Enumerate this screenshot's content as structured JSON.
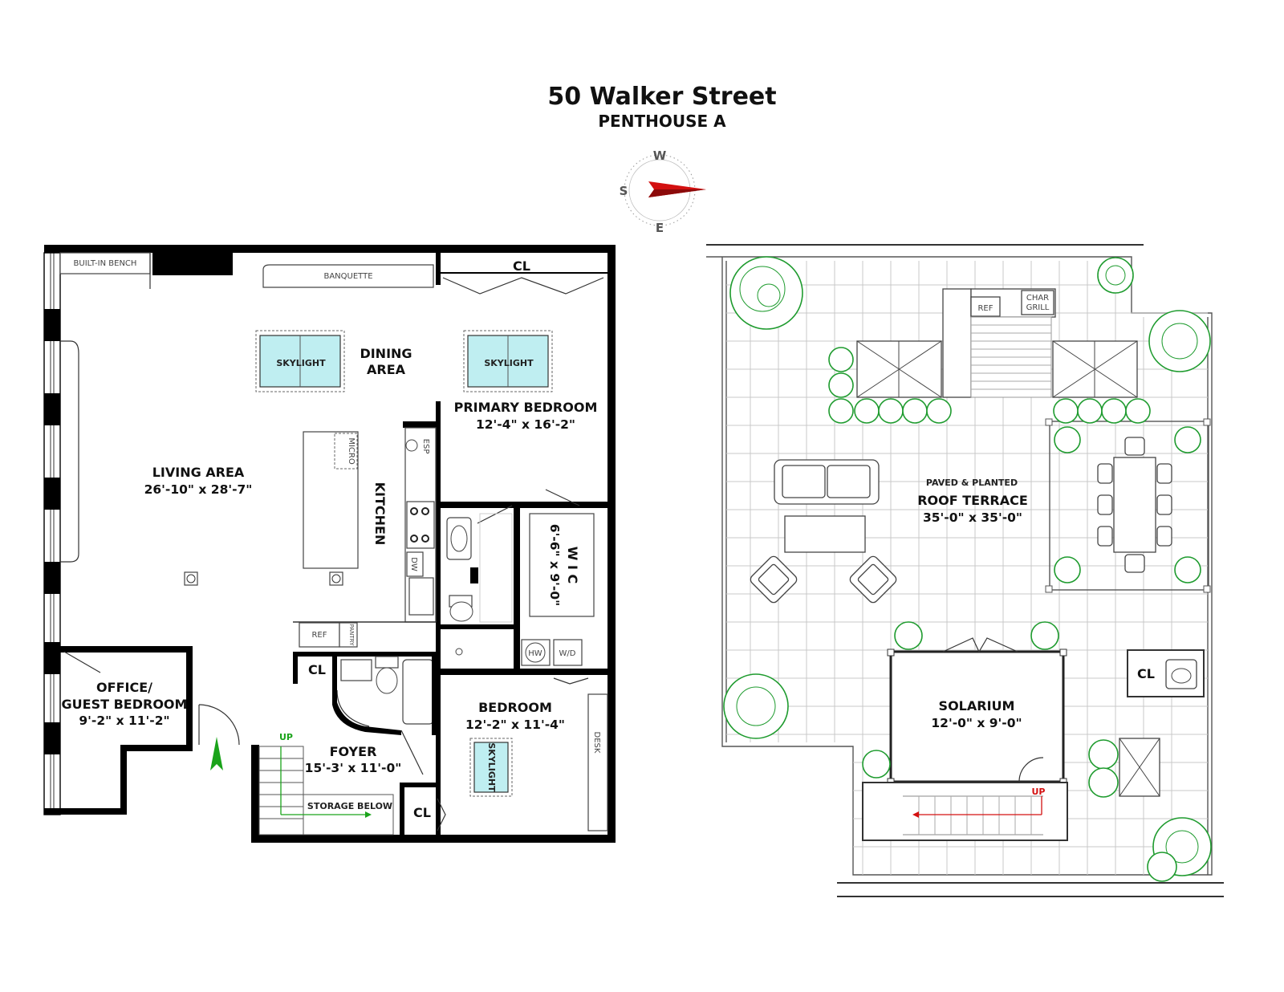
{
  "header": {
    "title": "50 Walker Street",
    "subtitle": "PENTHOUSE A"
  },
  "compass": {
    "north_letter": "W",
    "west_letter": "S",
    "south_letter": "E",
    "needle_color": "#d31010"
  },
  "main_floor": {
    "labels": {
      "built_in_bench": "BUILT-IN BENCH",
      "banquette": "BANQUETTE",
      "cl_top": "CL",
      "skylight_dining": "SKYLIGHT",
      "skylight_primary": "SKYLIGHT",
      "dining_1": "DINING",
      "dining_2": "AREA",
      "primary_name": "PRIMARY BEDROOM",
      "primary_dim": "12'-4\" x 16'-2\"",
      "living_name": "LIVING AREA",
      "living_dim": "26'-10\" x 28'-7\"",
      "micro": "MICRO",
      "esp": "ESP",
      "kitchen": "KITCHEN",
      "dw": "DW",
      "wic_name": "W I C",
      "wic_dim": "6'-6\" x 9'-0\"",
      "ref": "REF",
      "pantry": "PANTRY",
      "hw": "HW",
      "wd": "W/D",
      "cl_foyer": "CL",
      "office_1": "OFFICE/",
      "office_2": "GUEST BEDROOM",
      "office_dim": "9'-2\" x 11'-2\"",
      "bedroom_name": "BEDROOM",
      "bedroom_dim": "12'-2\" x 11'-4\"",
      "skylight_bedroom": "SKYLIGHT",
      "desk": "DESK",
      "up": "UP",
      "foyer_name": "FOYER",
      "foyer_dim": "15'-3' x 11'-0\"",
      "storage": "STORAGE BELOW",
      "cl_bottom": "CL"
    }
  },
  "roof": {
    "labels": {
      "ref": "REF",
      "char_1": "CHAR",
      "char_2": "GRILL",
      "terrace_sub": "PAVED & PLANTED",
      "terrace_name": "ROOF TERRACE",
      "terrace_dim": "35'-0\" x 35'-0\"",
      "cl": "CL",
      "solarium_name": "SOLARIUM",
      "solarium_dim": "12'-0\" x 9'-0\"",
      "up": "UP"
    }
  },
  "colors": {
    "skylight": "#bfeef1",
    "trees": "#1e9b2e",
    "up_arrow_main": "#1aa31a",
    "up_arrow_roof": "#d31010"
  }
}
